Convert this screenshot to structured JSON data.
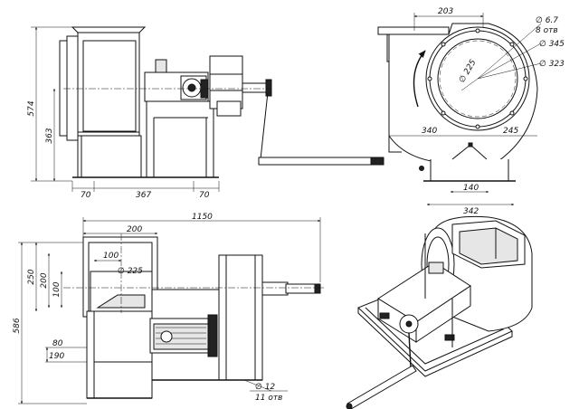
{
  "front_view": {
    "height_574": "574",
    "height_363": "363",
    "width_70_left": "70",
    "width_367": "367",
    "width_70_right": "70"
  },
  "side_view": {
    "width_203": "203",
    "bolt_dia": "∅ 6.7",
    "bolt_count": "8 отв",
    "dia_345": "∅ 345",
    "dia_323": "∅ 323",
    "dia_225": "∅ 225",
    "dim_340": "340",
    "dim_245": "245",
    "base_140": "140",
    "base_342": "342"
  },
  "top_view": {
    "width_1150": "1150",
    "width_200": "200",
    "width_100": "100",
    "dia_225": "∅ 225",
    "height_586": "586",
    "height_250": "250",
    "height_200": "200",
    "height_100": "100",
    "height_80": "80",
    "height_190": "190",
    "hole_dia": "∅ 12",
    "hole_count": "11 отв"
  }
}
